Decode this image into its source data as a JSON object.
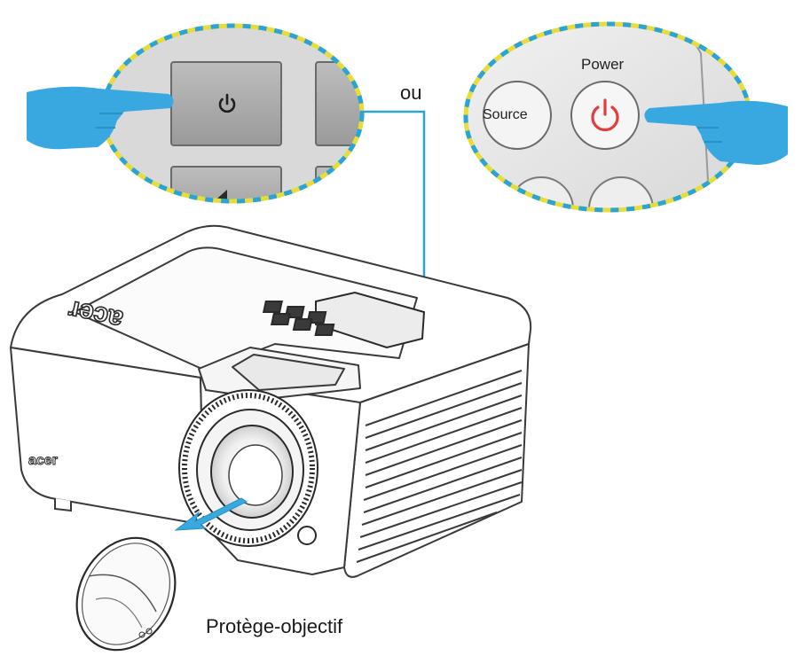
{
  "labels": {
    "or": "ou",
    "power_button": "Power",
    "source_button": "Source",
    "lens_cap": "Protège-objectif",
    "projector_brand": "acer"
  },
  "icons": {
    "keypad_power": "power-icon",
    "remote_power": "power-icon",
    "pointer": "pointing-hand-icon",
    "arrow": "arrow-icon"
  },
  "colors": {
    "hand": "#3aa8e0",
    "callout_dash_blue": "#2aa3d6",
    "callout_dash_yellow": "#e8dc3a",
    "leader_line": "#2aa3d6",
    "remote_power_icon": "#e23c3c",
    "lens_arrow": "#3aa8e0",
    "outline": "#3a3a3a"
  }
}
